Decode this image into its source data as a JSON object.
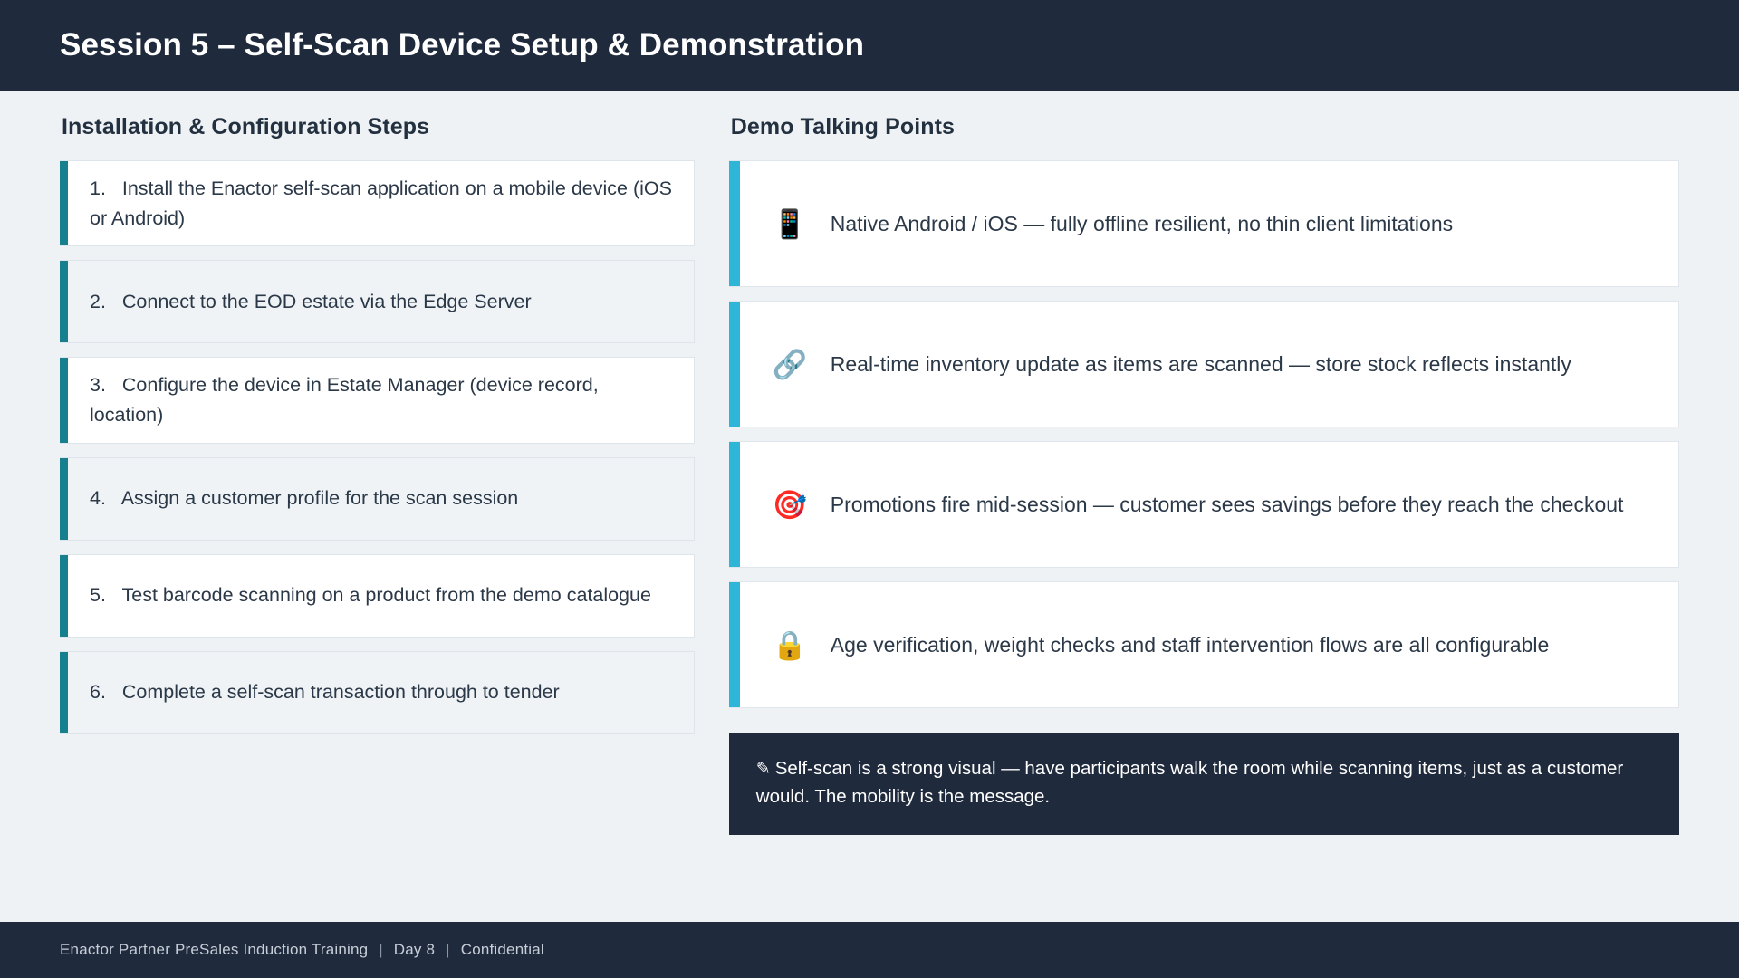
{
  "header": {
    "title": "Session 5 – Self-Scan Device Setup & Demonstration",
    "background_color": "#1f2a3c",
    "text_color": "#ffffff"
  },
  "left_column": {
    "heading": "Installation & Configuration Steps",
    "accent_color": "#17808f",
    "steps": [
      {
        "number": "1.",
        "text": "Install the Enactor self-scan application on a mobile device (iOS or Android)"
      },
      {
        "number": "2.",
        "text": "Connect to the EOD estate via the Edge Server"
      },
      {
        "number": "3.",
        "text": "Configure the device in Estate Manager (device record, location)"
      },
      {
        "number": "4.",
        "text": "Assign a customer profile for the scan session"
      },
      {
        "number": "5.",
        "text": "Test barcode scanning on a product from the demo catalogue"
      },
      {
        "number": "6.",
        "text": "Complete a self-scan transaction through to tender"
      }
    ]
  },
  "right_column": {
    "heading": "Demo Talking Points",
    "accent_color": "#2eb5d8",
    "points": [
      {
        "icon": "📱",
        "icon_name": "mobile-phone-icon",
        "text": "Native Android / iOS — fully offline resilient, no thin client limitations"
      },
      {
        "icon": "🔗",
        "icon_name": "link-chain-icon",
        "text": "Real-time inventory update as items are scanned — store stock reflects instantly"
      },
      {
        "icon": "🎯",
        "icon_name": "bullseye-target-icon",
        "text": "Promotions fire mid-session — customer sees savings before they reach the checkout"
      },
      {
        "icon": "🔒",
        "icon_name": "lock-icon",
        "text": "Age verification, weight checks and staff intervention flows are all configurable"
      }
    ],
    "callout": {
      "icon": "✎",
      "icon_name": "pencil-icon",
      "text": "Self-scan is a strong visual — have participants walk the room while scanning items, just as a customer would. The mobility is the message.",
      "background_color": "#1f2a3c"
    }
  },
  "footer": {
    "program": "Enactor Partner PreSales Induction Training",
    "day": "Day 8",
    "classification": "Confidential",
    "separator": "|"
  }
}
